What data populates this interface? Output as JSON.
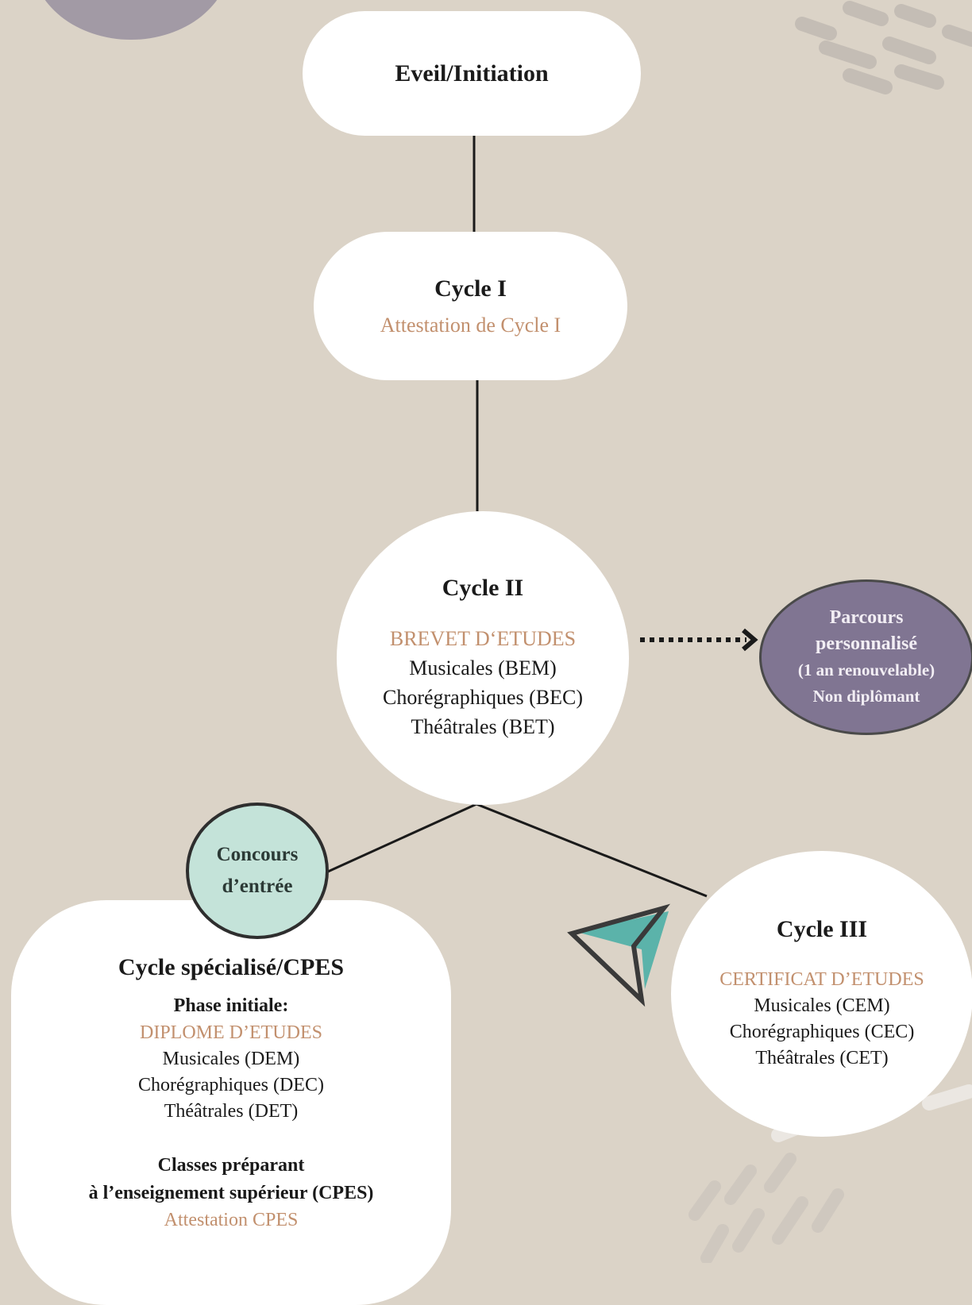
{
  "colors": {
    "background": "#dbd3c7",
    "node_fill": "#ffffff",
    "accent_text": "#c2906e",
    "purple_node": "#807592",
    "teal_node": "#c4e3d9",
    "arrow_teal": "#5bb3aa",
    "line": "#1a1a1a"
  },
  "nodes": {
    "eveil": {
      "title": "Eveil/Initiation"
    },
    "cycle1": {
      "title": "Cycle I",
      "diploma": "Attestation de Cycle I"
    },
    "cycle2": {
      "title": "Cycle II",
      "diploma": "BREVET D‘ETUDES",
      "lines": [
        "Musicales (BEM)",
        "Chorégraphiques (BEC)",
        "Théâtrales (BET)"
      ]
    },
    "parcours": {
      "lines": [
        "Parcours",
        "personnalisé",
        "(1 an renouvelable)",
        "Non diplômant"
      ]
    },
    "concours": {
      "lines": [
        "Concours",
        "d’entrée"
      ]
    },
    "cycle3": {
      "title": "Cycle III",
      "diploma": "CERTIFICAT D’ETUDES",
      "lines": [
        "Musicales (CEM)",
        "Chorégraphiques (CEC)",
        "Théâtrales (CET)"
      ]
    },
    "specialise": {
      "title": "Cycle spécialisé/CPES",
      "phase_label": "Phase initiale:",
      "diploma": "DIPLOME D’ETUDES",
      "lines": [
        "Musicales (DEM)",
        "Chorégraphiques (DEC)",
        "Théâtrales (DET)"
      ],
      "cpes_label_1": "Classes préparant",
      "cpes_label_2": "à l’enseignement supérieur (CPES)",
      "cpes_diploma": "Attestation CPES"
    }
  },
  "icons": {
    "arrow": "paper-plane-arrow-icon",
    "dashes": "decorative-dash-pattern"
  }
}
